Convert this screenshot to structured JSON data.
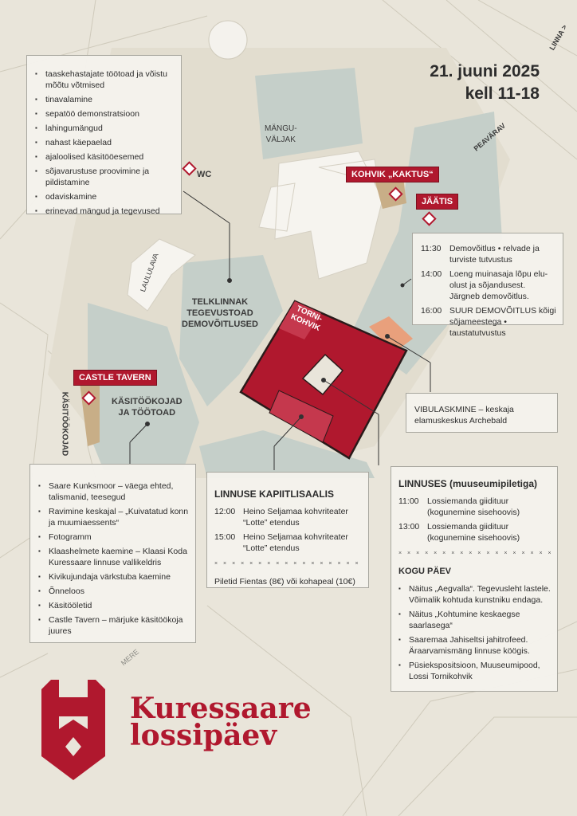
{
  "event": {
    "date": "21. juuni 2025",
    "time": "kell 11-18",
    "title_line1": "Kuressaare",
    "title_line2": "lossipäev"
  },
  "colors": {
    "accent": "#b0182e",
    "background": "#e9e5da",
    "green_area": "#c5cfc9",
    "tan": "#c8ae87",
    "orange": "#e9a07c"
  },
  "map_labels": {
    "linna": "LINNA >",
    "peavarav": "PEAVÄRAV",
    "manguvaljak": "MÄNGU-\nVÄLJAK",
    "laululava": "LAULULAVA",
    "telklinnak": "TELKLINNAK\nTEGEVUSTOAD\nDEMOVÕITLUSED",
    "kasitookojad": "KÄSITÖÖKOJAD\nJA TÖÖTOAD",
    "kasitookojad_side": "KÄSITÖÖKOJAD",
    "wc": "WC",
    "tornikohvik": "TORNI-\nKOHVIK",
    "mere": "MERE"
  },
  "tags": {
    "kohvik": "KOHVIK „KAKTUS“",
    "jaatis": "JÄÄTIS",
    "castle_tavern": "CASTLE TAVERN"
  },
  "box_activities": {
    "items": [
      "taaskehastajate töötoad ja võistu mõõtu võtmised",
      "tinavalamine",
      "sepatöö demonstratsioon",
      "lahingumängud",
      "nahast käepaelad",
      "ajaloolised käsitööesemed",
      "sõjavarustuse proovimine ja pildistamine",
      "odaviskamine",
      "erinevad mängud ja tegevused"
    ]
  },
  "box_demo": {
    "rows": [
      {
        "time": "11:30",
        "text": "Demovõitlus • relvade ja turviste tutvustus"
      },
      {
        "time": "14:00",
        "text": "Loeng muinasaja lõpu elu-olust ja sõjandusest. Järgneb demovõitlus."
      },
      {
        "time": "16:00",
        "text": "SUUR DEMOVÕITLUS kõigi sõjameestega • taustatutvustus"
      }
    ]
  },
  "box_archery": {
    "text": "VIBULASKMINE – keskaja elamuskeskus Archebald"
  },
  "box_crafts": {
    "items": [
      "Saare Kunksmoor – väega ehted, talismanid, teesegud",
      "Ravimine keskajal – „Kuivatatud konn ja muumiaessents“",
      "Fotogramm",
      "Klaashelmete kaemine – Klaasi Koda Kuressaare linnuse vallikeldris",
      "Kivikujundaja värkstuba kaemine",
      "Õnneloos",
      "Käsitööletid",
      "Castle Tavern – märjuke käsitöökoja juures"
    ]
  },
  "box_kapiitel": {
    "title": "LINNUSE KAPIITLISAALIS",
    "rows": [
      {
        "time": "12:00",
        "text": "Heino Seljamaa kohvriteater “Lotte” etendus"
      },
      {
        "time": "15:00",
        "text": "Heino Seljamaa kohvriteater “Lotte” etendus"
      }
    ],
    "separator": "× × × × × × × × × × × × × × × × × × × × × ×",
    "tickets": "Piletid Fientas (8€) või kohapeal (10€)"
  },
  "box_linnuses": {
    "title": "LINNUSES (muuseumipiletiga)",
    "rows": [
      {
        "time": "11:00",
        "text": "Lossiemanda giidituur (kogunemine sisehoovis)"
      },
      {
        "time": "13:00",
        "text": "Lossiemanda giidituur (kogunemine sisehoovis)"
      }
    ],
    "separator": "× × × × × × × × × × × × × × × × × × × × × ×",
    "subtitle": "KOGU PÄEV",
    "items": [
      "Näitus „Aegvalla“. Tegevusleht lastele. Võimalik kohtuda kunstniku endaga.",
      "Näitus „Kohtumine keskaegse saarlasega“",
      "Saaremaa Jahiseltsi jahitrofeed. Äraarvamismäng linnuse köögis.",
      "Püsiekspositsioon, Muuseumipood, Lossi Tornikohvik"
    ]
  }
}
